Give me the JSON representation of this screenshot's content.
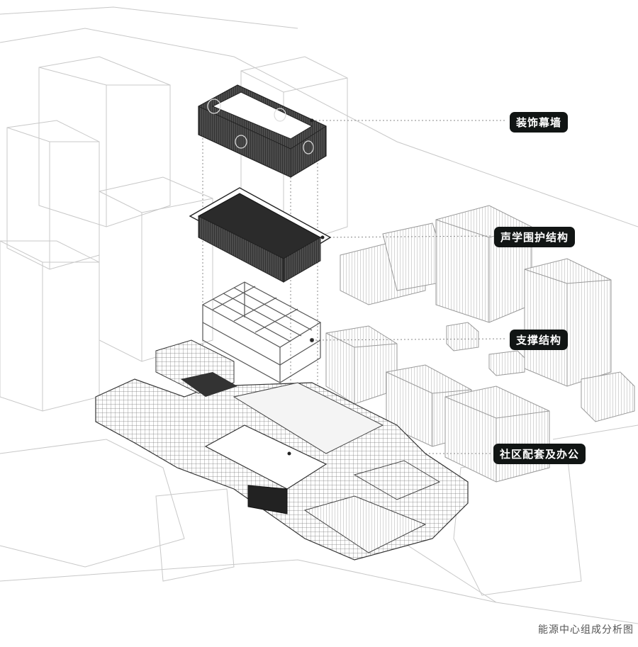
{
  "labels": {
    "facade": "装饰幕墙",
    "acoustic": "声学围护结构",
    "support": "支撑结构",
    "community": "社区配套及办公"
  },
  "caption": "能源中心组成分析图",
  "colors": {
    "tag_bg": "#111514",
    "tag_text": "#ffffff",
    "line": "#9a9a9a",
    "dark": "#2a2a2a"
  }
}
